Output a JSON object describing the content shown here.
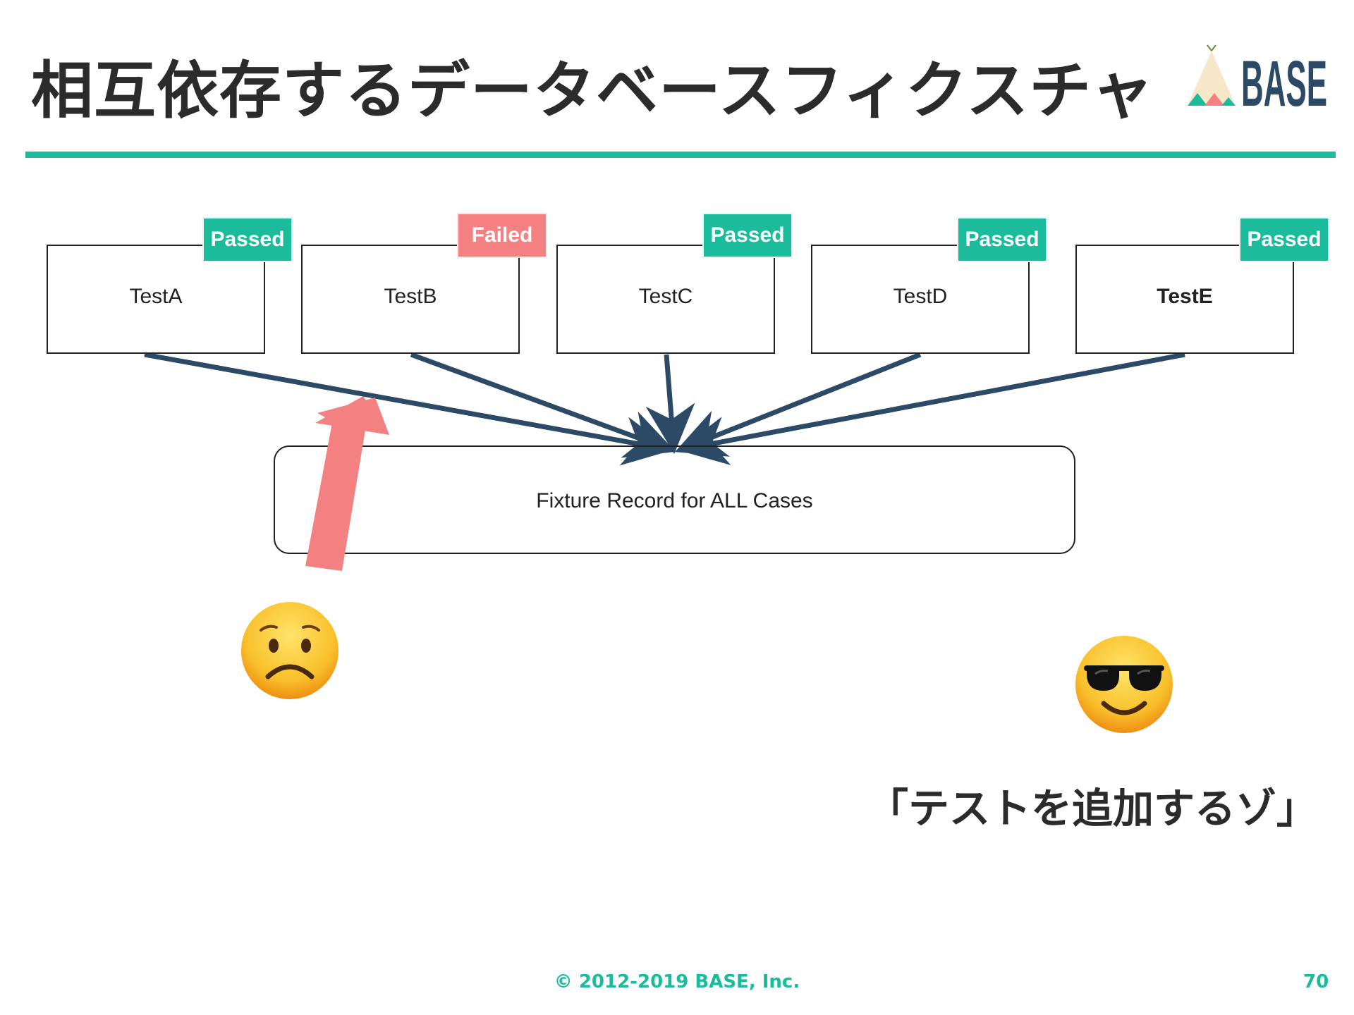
{
  "slide": {
    "title": "相互依存するデータベースフィクスチャ",
    "logo_text": "BASE",
    "quote": "「テストを追加するゾ」",
    "footer_copyright": "© 2012-2019 BASE, Inc.",
    "page_number": "70"
  },
  "tests": [
    {
      "label": "TestA",
      "status": "Passed"
    },
    {
      "label": "TestB",
      "status": "Failed"
    },
    {
      "label": "TestC",
      "status": "Passed"
    },
    {
      "label": "TestD",
      "status": "Passed"
    },
    {
      "label": "TestE",
      "status": "Passed"
    }
  ],
  "fixture": {
    "label": "Fixture Record for ALL Cases"
  },
  "emojis": [
    {
      "icon": "worried-face-icon"
    },
    {
      "icon": "sunglasses-face-icon"
    }
  ],
  "colors": {
    "accent": "#1abc9c",
    "failed": "#f38181",
    "arrow": "#2c4a66",
    "red_arrow": "#f38181",
    "text": "#2b2b2b"
  }
}
